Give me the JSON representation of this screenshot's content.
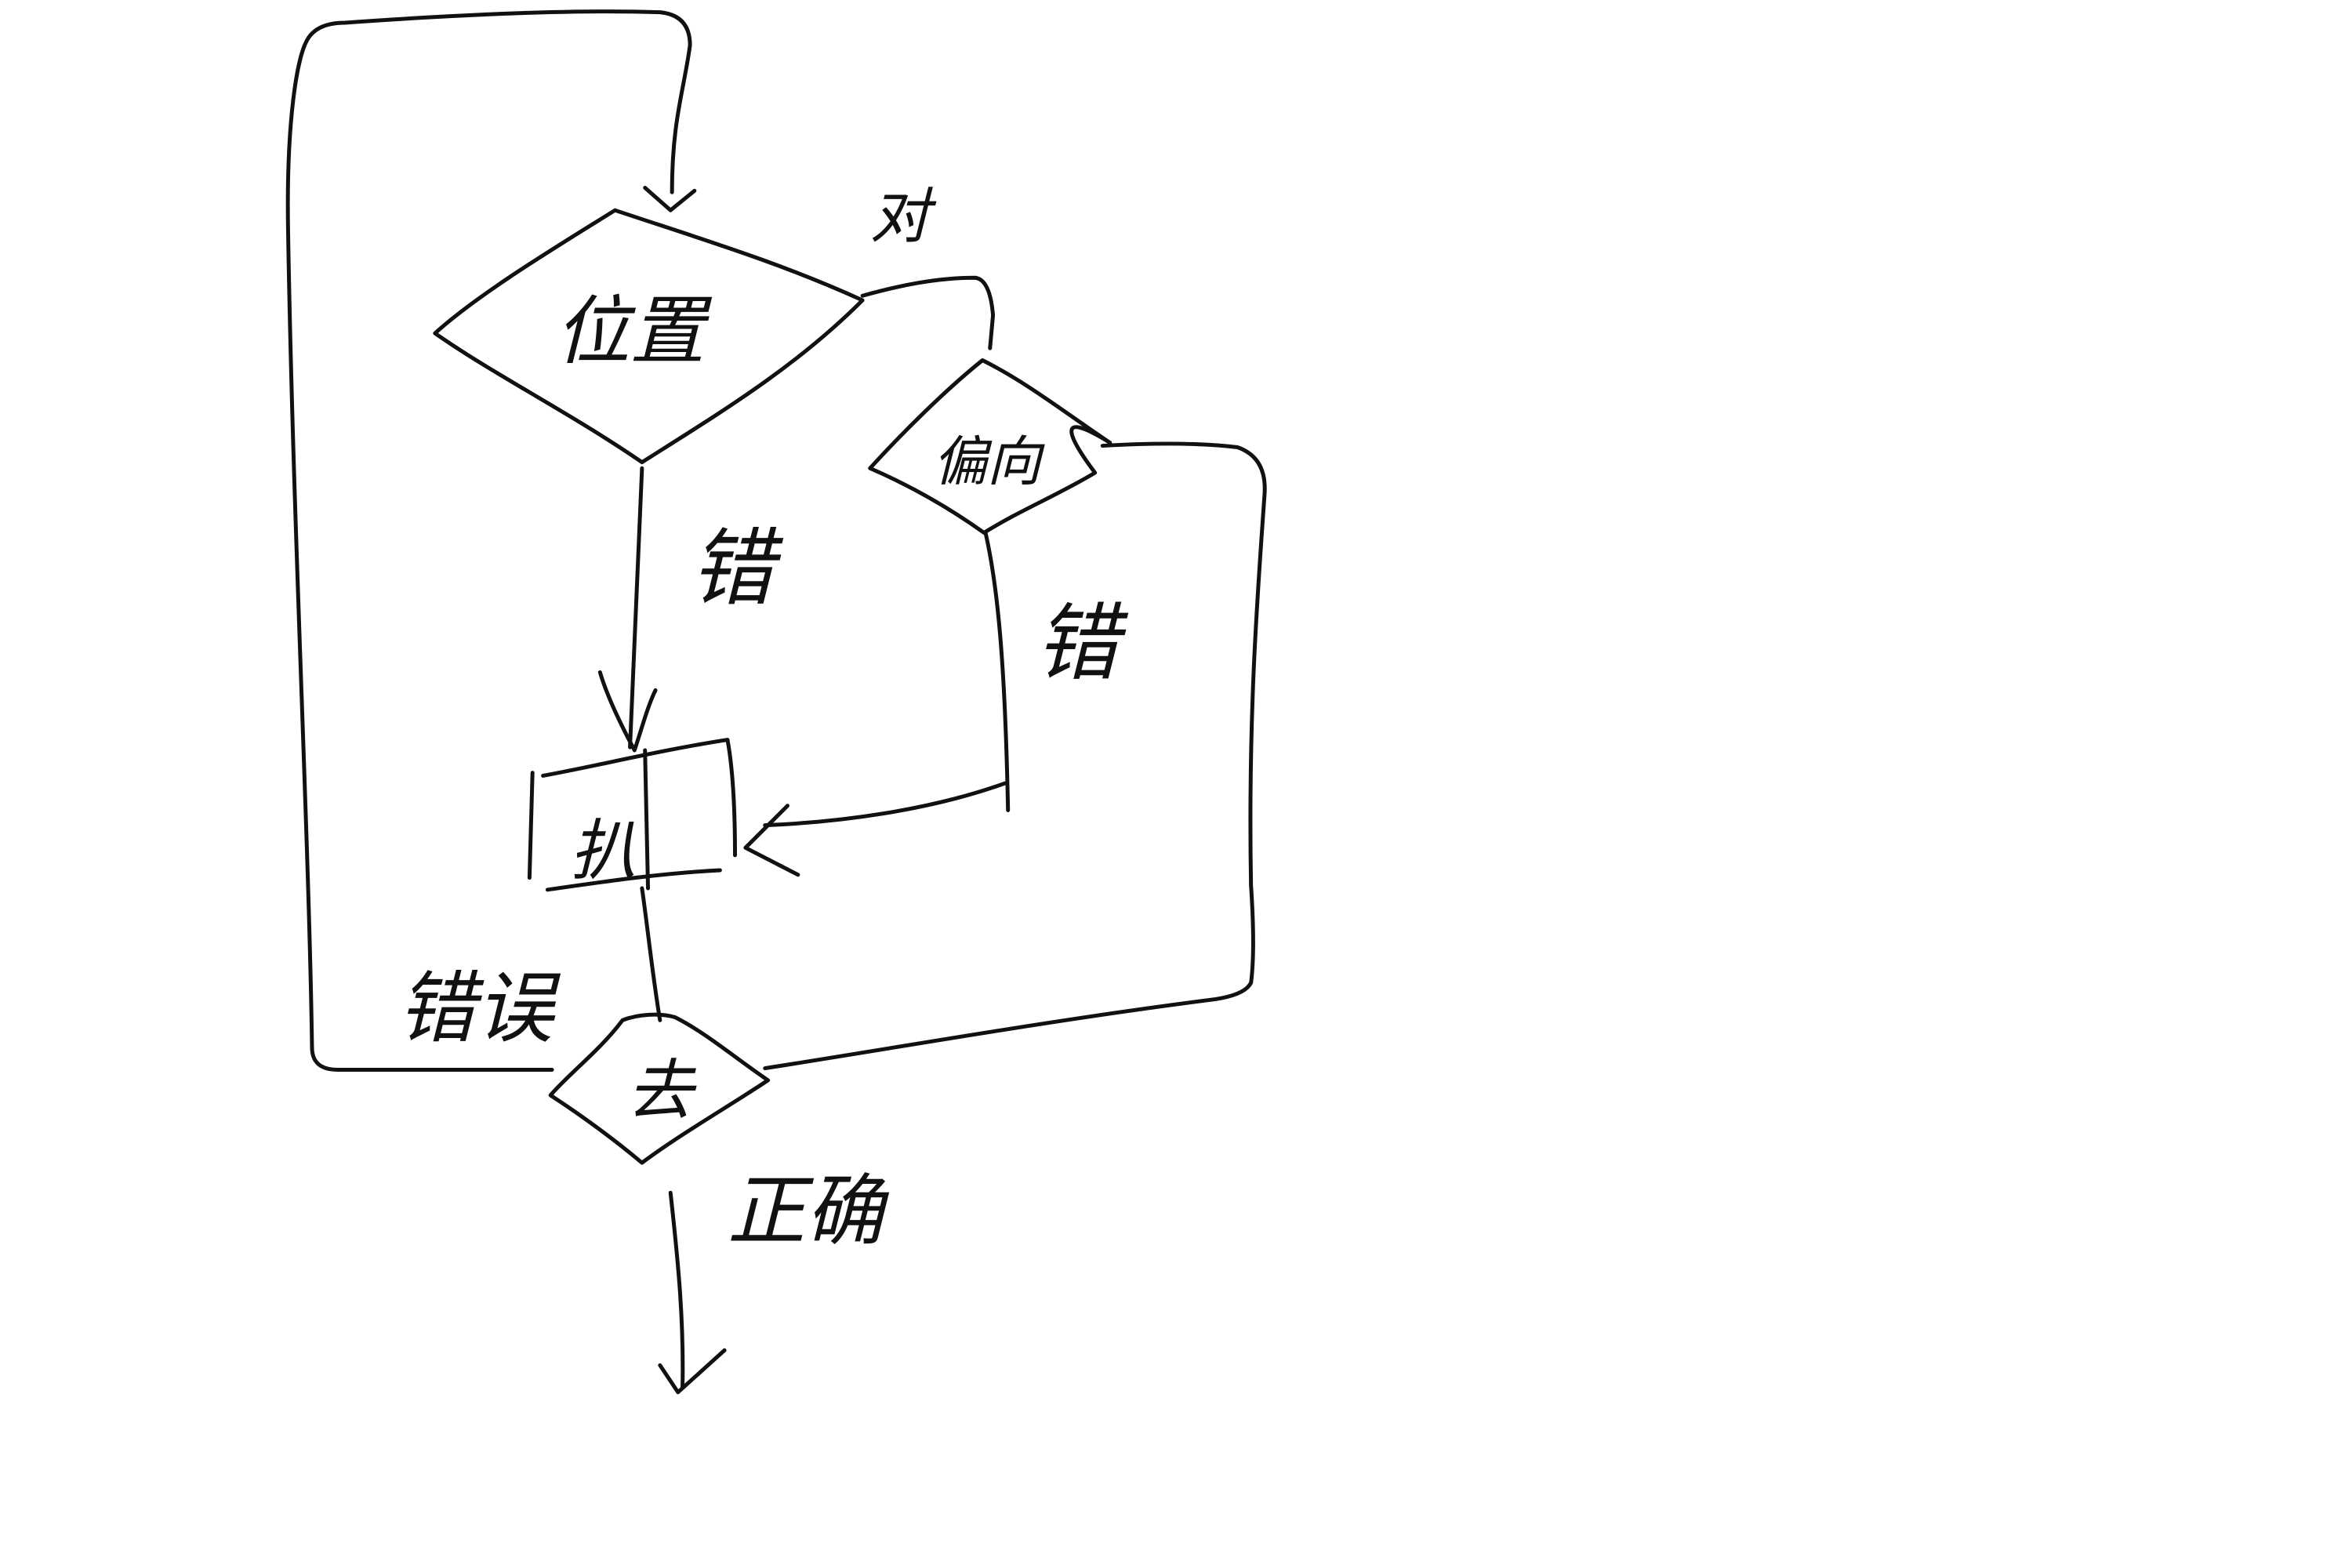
{
  "diagram": {
    "colors": {
      "background": "#ffffff",
      "ink": "#111111"
    },
    "nodes": {
      "decision_position": {
        "label": "位置"
      },
      "decision_offset": {
        "label": "偏向"
      },
      "process_adjust": {
        "label": "扒"
      },
      "decision_final": {
        "label": "去"
      }
    },
    "edge_labels": {
      "position_true": "对",
      "position_false": "错",
      "offset_false": "错",
      "final_false": "错误",
      "final_true": "正确"
    }
  }
}
